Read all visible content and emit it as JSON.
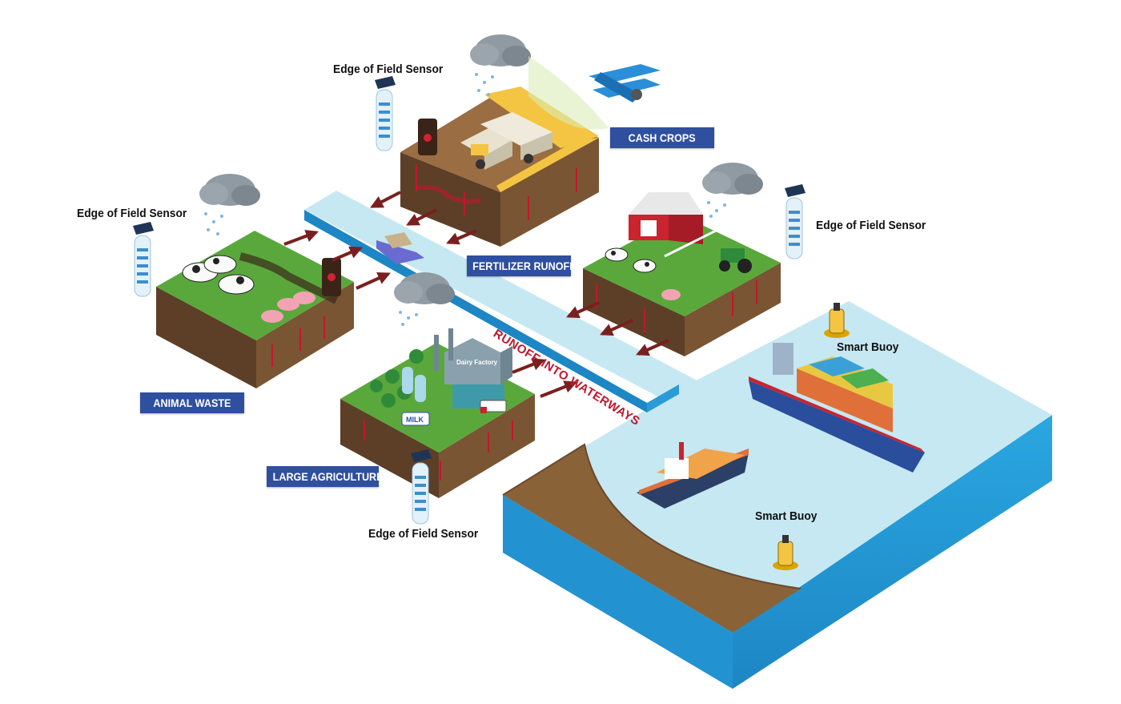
{
  "labels": {
    "sensor_top": "Edge of Field Sensor",
    "sensor_left": "Edge of Field Sensor",
    "sensor_right": "Edge of Field Sensor",
    "sensor_bottom": "Edge of Field Sensor",
    "buoy_top": "Smart Buoy",
    "buoy_bottom": "Smart Buoy"
  },
  "tags": {
    "cash_crops": "CASH CROPS",
    "fertilizer_runoff": "FERTILIZER RUNOFF",
    "animal_waste": "ANIMAL WASTE",
    "large_agriculture": "LARGE AGRICULTURE"
  },
  "waterway_label": "RUNOFF INTO WATERWAYS",
  "signage": {
    "dairy_factory": "Dairy Factory",
    "milk_truck": "MILK"
  },
  "colors": {
    "label_blue": "#2f4f9f",
    "water_light": "#c6e8f2",
    "water_dark": "#2a9bd6",
    "soil": "#6b4a2e",
    "grass": "#5aa83c",
    "crop_yellow": "#f4c542",
    "runoff_red": "#c0182c",
    "arrow_red": "#7a1f1f"
  }
}
